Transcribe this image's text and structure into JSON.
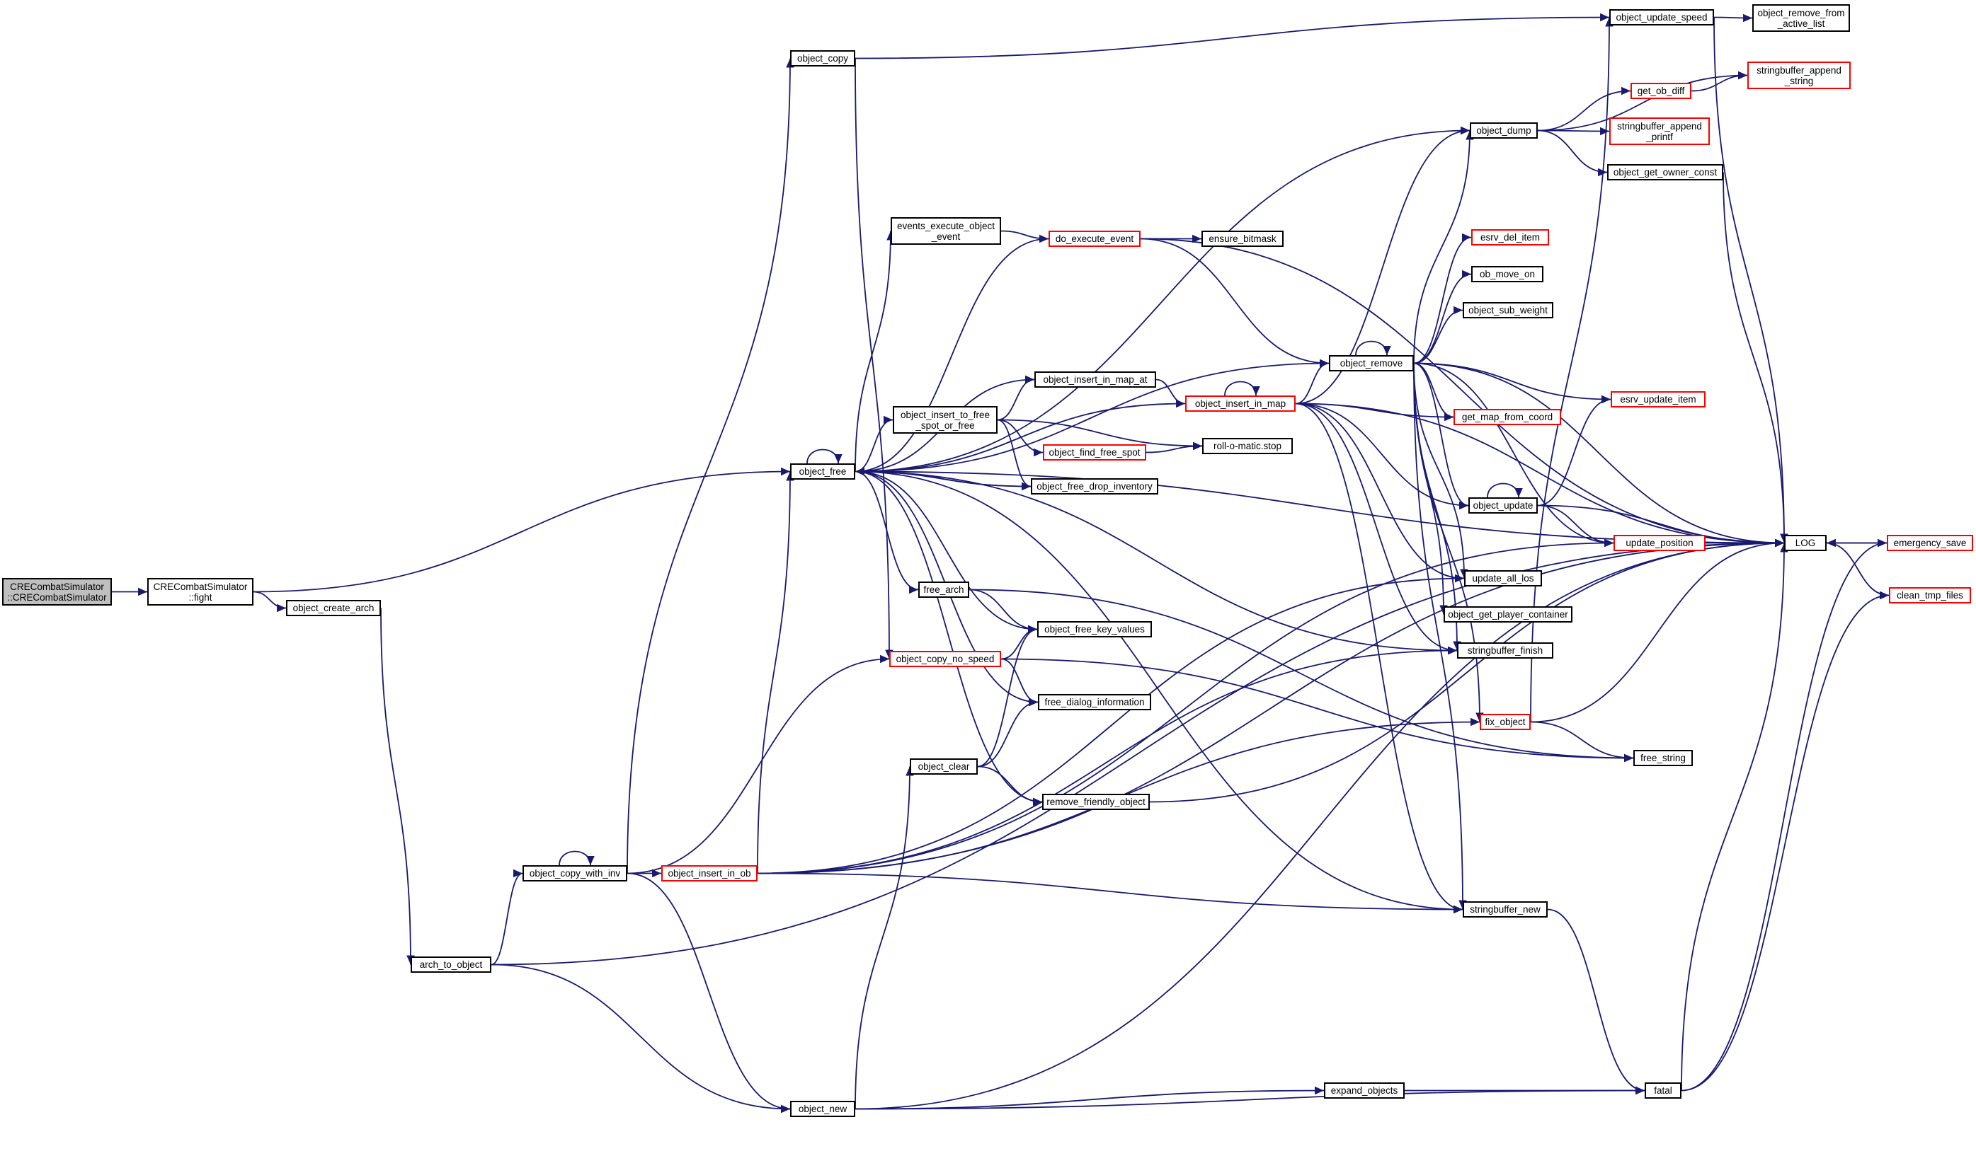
{
  "diagram": {
    "title": "",
    "colors": {
      "edge": "#191970",
      "node_border": "#000000",
      "truncated_border": "#ff0000",
      "root_fill": "#bfbfbf"
    },
    "nodes": [
      {
        "id": "root",
        "label": "CRECombatSimulator\n::CRECombatSimulator",
        "style": "root"
      },
      {
        "id": "fight",
        "label": "CRECombatSimulator\n::fight",
        "style": "normal"
      },
      {
        "id": "create_arch",
        "label": "object_create_arch",
        "style": "normal"
      },
      {
        "id": "arch_to_object",
        "label": "arch_to_object",
        "style": "normal"
      },
      {
        "id": "copy_with_inv",
        "label": "object_copy_with_inv",
        "style": "normal"
      },
      {
        "id": "insert_in_ob",
        "label": "object_insert_in_ob",
        "style": "red"
      },
      {
        "id": "object_new",
        "label": "object_new",
        "style": "normal"
      },
      {
        "id": "object_copy",
        "label": "object_copy",
        "style": "normal"
      },
      {
        "id": "object_free",
        "label": "object_free",
        "style": "normal"
      },
      {
        "id": "events_exec",
        "label": "events_execute_object\n_event",
        "style": "normal"
      },
      {
        "id": "do_exec",
        "label": "do_execute_event",
        "style": "red"
      },
      {
        "id": "ensure_bitmask",
        "label": "ensure_bitmask",
        "style": "normal"
      },
      {
        "id": "insert_map_at",
        "label": "object_insert_in_map_at",
        "style": "normal"
      },
      {
        "id": "insert_free_spot",
        "label": "object_insert_to_free\n_spot_or_free",
        "style": "normal"
      },
      {
        "id": "find_free_spot",
        "label": "object_find_free_spot",
        "style": "red"
      },
      {
        "id": "free_drop_inv",
        "label": "object_free_drop_inventory",
        "style": "normal"
      },
      {
        "id": "free_arch",
        "label": "free_arch",
        "style": "normal"
      },
      {
        "id": "free_key_values",
        "label": "object_free_key_values",
        "style": "normal"
      },
      {
        "id": "copy_no_speed",
        "label": "object_copy_no_speed",
        "style": "red"
      },
      {
        "id": "free_dialog",
        "label": "free_dialog_information",
        "style": "normal"
      },
      {
        "id": "object_clear",
        "label": "object_clear",
        "style": "normal"
      },
      {
        "id": "remove_friendly",
        "label": "remove_friendly_object",
        "style": "normal"
      },
      {
        "id": "insert_in_map",
        "label": "object_insert_in_map",
        "style": "red"
      },
      {
        "id": "roll_stop",
        "label": "roll-o-matic.stop",
        "style": "normal"
      },
      {
        "id": "object_remove",
        "label": "object_remove",
        "style": "normal"
      },
      {
        "id": "object_dump",
        "label": "object_dump",
        "style": "normal"
      },
      {
        "id": "update_speed",
        "label": "object_update_speed",
        "style": "normal"
      },
      {
        "id": "remove_active",
        "label": "object_remove_from\n_active_list",
        "style": "normal"
      },
      {
        "id": "sb_append_string",
        "label": "stringbuffer_append\n_string",
        "style": "red"
      },
      {
        "id": "get_ob_diff",
        "label": "get_ob_diff",
        "style": "red"
      },
      {
        "id": "sb_append_printf",
        "label": "stringbuffer_append\n_printf",
        "style": "red"
      },
      {
        "id": "get_owner_const",
        "label": "object_get_owner_const",
        "style": "normal"
      },
      {
        "id": "esrv_del_item",
        "label": "esrv_del_item",
        "style": "red"
      },
      {
        "id": "ob_move_on",
        "label": "ob_move_on",
        "style": "normal"
      },
      {
        "id": "sub_weight",
        "label": "object_sub_weight",
        "style": "normal"
      },
      {
        "id": "esrv_update_item",
        "label": "esrv_update_item",
        "style": "red"
      },
      {
        "id": "get_map_from_coord",
        "label": "get_map_from_coord",
        "style": "red"
      },
      {
        "id": "object_update",
        "label": "object_update",
        "style": "normal"
      },
      {
        "id": "update_position",
        "label": "update_position",
        "style": "red"
      },
      {
        "id": "update_all_los",
        "label": "update_all_los",
        "style": "normal"
      },
      {
        "id": "get_player_container",
        "label": "object_get_player_container",
        "style": "normal"
      },
      {
        "id": "sb_finish",
        "label": "stringbuffer_finish",
        "style": "normal"
      },
      {
        "id": "fix_object",
        "label": "fix_object",
        "style": "red"
      },
      {
        "id": "free_string",
        "label": "free_string",
        "style": "normal"
      },
      {
        "id": "sb_new",
        "label": "stringbuffer_new",
        "style": "normal"
      },
      {
        "id": "expand_objects",
        "label": "expand_objects",
        "style": "normal"
      },
      {
        "id": "fatal",
        "label": "fatal",
        "style": "normal"
      },
      {
        "id": "LOG",
        "label": "LOG",
        "style": "normal"
      },
      {
        "id": "emergency_save",
        "label": "emergency_save",
        "style": "red"
      },
      {
        "id": "clean_tmp_files",
        "label": "clean_tmp_files",
        "style": "red"
      }
    ],
    "edges": [
      [
        "root",
        "fight"
      ],
      [
        "fight",
        "object_free"
      ],
      [
        "fight",
        "create_arch"
      ],
      [
        "create_arch",
        "arch_to_object"
      ],
      [
        "arch_to_object",
        "copy_with_inv"
      ],
      [
        "arch_to_object",
        "object_new"
      ],
      [
        "arch_to_object",
        "LOG"
      ],
      [
        "copy_with_inv",
        "copy_with_inv"
      ],
      [
        "copy_with_inv",
        "object_copy"
      ],
      [
        "copy_with_inv",
        "copy_no_speed"
      ],
      [
        "copy_with_inv",
        "insert_in_ob"
      ],
      [
        "copy_with_inv",
        "object_new"
      ],
      [
        "object_copy",
        "update_speed"
      ],
      [
        "object_copy",
        "copy_no_speed"
      ],
      [
        "object_free",
        "object_free"
      ],
      [
        "object_free",
        "events_exec"
      ],
      [
        "object_free",
        "object_dump"
      ],
      [
        "object_free",
        "object_remove"
      ],
      [
        "object_free",
        "insert_map_at"
      ],
      [
        "object_free",
        "insert_free_spot"
      ],
      [
        "object_free",
        "free_drop_inv"
      ],
      [
        "object_free",
        "free_arch"
      ],
      [
        "object_free",
        "free_key_values"
      ],
      [
        "object_free",
        "free_dialog"
      ],
      [
        "object_free",
        "remove_friendly"
      ],
      [
        "object_free",
        "sb_finish"
      ],
      [
        "object_free",
        "sb_new"
      ],
      [
        "object_free",
        "LOG"
      ],
      [
        "events_exec",
        "do_exec"
      ],
      [
        "do_exec",
        "object_free"
      ],
      [
        "do_exec",
        "ensure_bitmask"
      ],
      [
        "do_exec",
        "object_remove"
      ],
      [
        "do_exec",
        "LOG"
      ],
      [
        "insert_map_at",
        "insert_in_map"
      ],
      [
        "insert_free_spot",
        "insert_map_at"
      ],
      [
        "insert_free_spot",
        "find_free_spot"
      ],
      [
        "insert_free_spot",
        "roll_stop"
      ],
      [
        "insert_free_spot",
        "free_drop_inv"
      ],
      [
        "find_free_spot",
        "roll_stop"
      ],
      [
        "free_drop_inv",
        "object_free"
      ],
      [
        "free_arch",
        "free_key_values"
      ],
      [
        "free_arch",
        "free_string"
      ],
      [
        "copy_no_speed",
        "free_key_values"
      ],
      [
        "copy_no_speed",
        "free_dialog"
      ],
      [
        "copy_no_speed",
        "free_string"
      ],
      [
        "object_clear",
        "free_key_values"
      ],
      [
        "object_clear",
        "free_dialog"
      ],
      [
        "object_clear",
        "remove_friendly"
      ],
      [
        "remove_friendly",
        "LOG"
      ],
      [
        "insert_in_map",
        "insert_in_map"
      ],
      [
        "insert_in_map",
        "object_free"
      ],
      [
        "insert_in_map",
        "object_dump"
      ],
      [
        "insert_in_map",
        "object_remove"
      ],
      [
        "insert_in_map",
        "get_map_from_coord"
      ],
      [
        "insert_in_map",
        "object_update"
      ],
      [
        "insert_in_map",
        "update_all_los"
      ],
      [
        "insert_in_map",
        "sb_finish"
      ],
      [
        "insert_in_map",
        "sb_new"
      ],
      [
        "insert_in_map",
        "LOG"
      ],
      [
        "object_remove",
        "object_remove"
      ],
      [
        "object_remove",
        "object_dump"
      ],
      [
        "object_remove",
        "esrv_del_item"
      ],
      [
        "object_remove",
        "ob_move_on"
      ],
      [
        "object_remove",
        "sub_weight"
      ],
      [
        "object_remove",
        "esrv_update_item"
      ],
      [
        "object_remove",
        "get_map_from_coord"
      ],
      [
        "object_remove",
        "object_update"
      ],
      [
        "object_remove",
        "update_position"
      ],
      [
        "object_remove",
        "update_all_los"
      ],
      [
        "object_remove",
        "get_player_container"
      ],
      [
        "object_remove",
        "sb_finish"
      ],
      [
        "object_remove",
        "fix_object"
      ],
      [
        "object_remove",
        "sb_new"
      ],
      [
        "object_remove",
        "LOG"
      ],
      [
        "object_dump",
        "sb_append_string"
      ],
      [
        "object_dump",
        "get_ob_diff"
      ],
      [
        "object_dump",
        "sb_append_printf"
      ],
      [
        "object_dump",
        "get_owner_const"
      ],
      [
        "get_ob_diff",
        "sb_append_string"
      ],
      [
        "get_owner_const",
        "LOG"
      ],
      [
        "update_speed",
        "remove_active"
      ],
      [
        "update_speed",
        "LOG"
      ],
      [
        "object_update",
        "object_update"
      ],
      [
        "object_update",
        "esrv_update_item"
      ],
      [
        "object_update",
        "update_position"
      ],
      [
        "object_update",
        "LOG"
      ],
      [
        "update_position",
        "LOG"
      ],
      [
        "fix_object",
        "update_speed"
      ],
      [
        "fix_object",
        "free_string"
      ],
      [
        "fix_object",
        "LOG"
      ],
      [
        "insert_in_ob",
        "object_free"
      ],
      [
        "insert_in_ob",
        "update_all_los"
      ],
      [
        "insert_in_ob",
        "update_position"
      ],
      [
        "insert_in_ob",
        "fix_object"
      ],
      [
        "insert_in_ob",
        "sb_finish"
      ],
      [
        "insert_in_ob",
        "sb_new"
      ],
      [
        "insert_in_ob",
        "LOG"
      ],
      [
        "object_new",
        "object_clear"
      ],
      [
        "object_new",
        "expand_objects"
      ],
      [
        "object_new",
        "fatal"
      ],
      [
        "object_new",
        "LOG"
      ],
      [
        "expand_objects",
        "fatal"
      ],
      [
        "sb_new",
        "fatal"
      ],
      [
        "fatal",
        "LOG"
      ],
      [
        "fatal",
        "emergency_save"
      ],
      [
        "fatal",
        "clean_tmp_files"
      ],
      [
        "LOG",
        "emergency_save"
      ],
      [
        "LOG",
        "clean_tmp_files"
      ],
      [
        "emergency_save",
        "LOG"
      ]
    ]
  }
}
